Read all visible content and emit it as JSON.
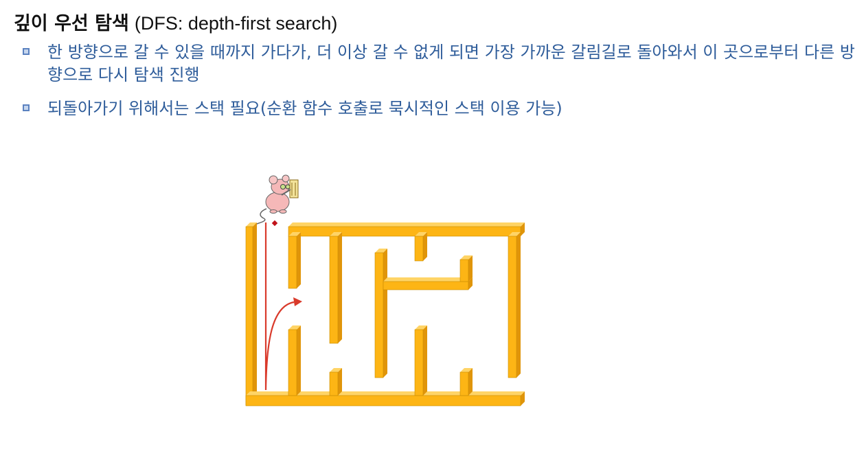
{
  "title": {
    "main": "깊이 우선 탐색",
    "sub": "(DFS: depth-first search)"
  },
  "bullets": [
    {
      "text": "한 방향으로 갈 수 있을 때까지 가다가, 더 이상 갈 수 없게 되면 가장 가까운 갈림길로 돌아와서 이 곳으로부터 다른 방향으로 다시 탐색 진행"
    },
    {
      "text": "되돌아가기 위해서는 스택 필요(순환 함수 호출로 묵시적인 스택 이용 가능)"
    }
  ],
  "colors": {
    "title_text": "#111111",
    "bullet_text": "#2e5c9a",
    "bullet_marker": "#5b82c0",
    "wall_front": "#fdb515",
    "wall_side": "#e0950a",
    "wall_top": "#ffd466",
    "path_arrow": "#d93a2b",
    "start_dot": "#c0121a"
  },
  "icons": [
    "mouse-icon",
    "start-marker-icon"
  ]
}
